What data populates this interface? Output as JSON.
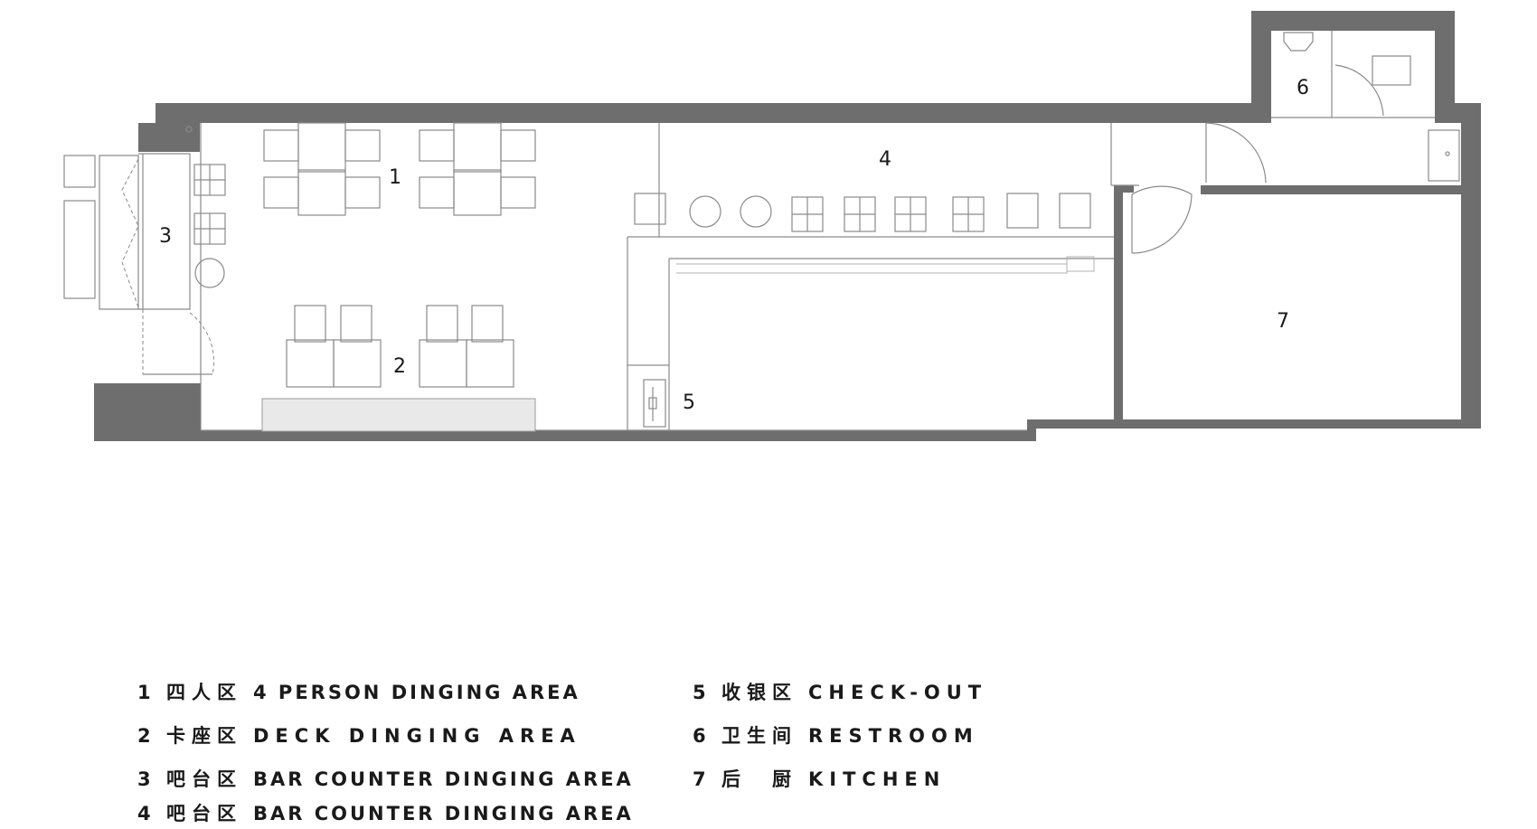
{
  "zones": [
    {
      "num": "1",
      "zh": "四人区",
      "en": "4 PERSON DINGING AREA"
    },
    {
      "num": "2",
      "zh": "卡座区",
      "en": "DECK DINGING AREA"
    },
    {
      "num": "3",
      "zh": "吧台区",
      "en": "BAR COUNTER DINGING AREA"
    },
    {
      "num": "4",
      "zh": "吧台区",
      "en": "BAR COUNTER DINGING AREA"
    },
    {
      "num": "5",
      "zh": "收银区",
      "en": "CHECK-OUT"
    },
    {
      "num": "6",
      "zh": "卫生间",
      "en": "RESTROOM"
    },
    {
      "num": "7",
      "zh": "后　厨",
      "en": "KITCHEN"
    }
  ],
  "colors": {
    "wall": "#6e6e6e",
    "line": "#8a8a8a",
    "text": "#1a1a1a"
  }
}
